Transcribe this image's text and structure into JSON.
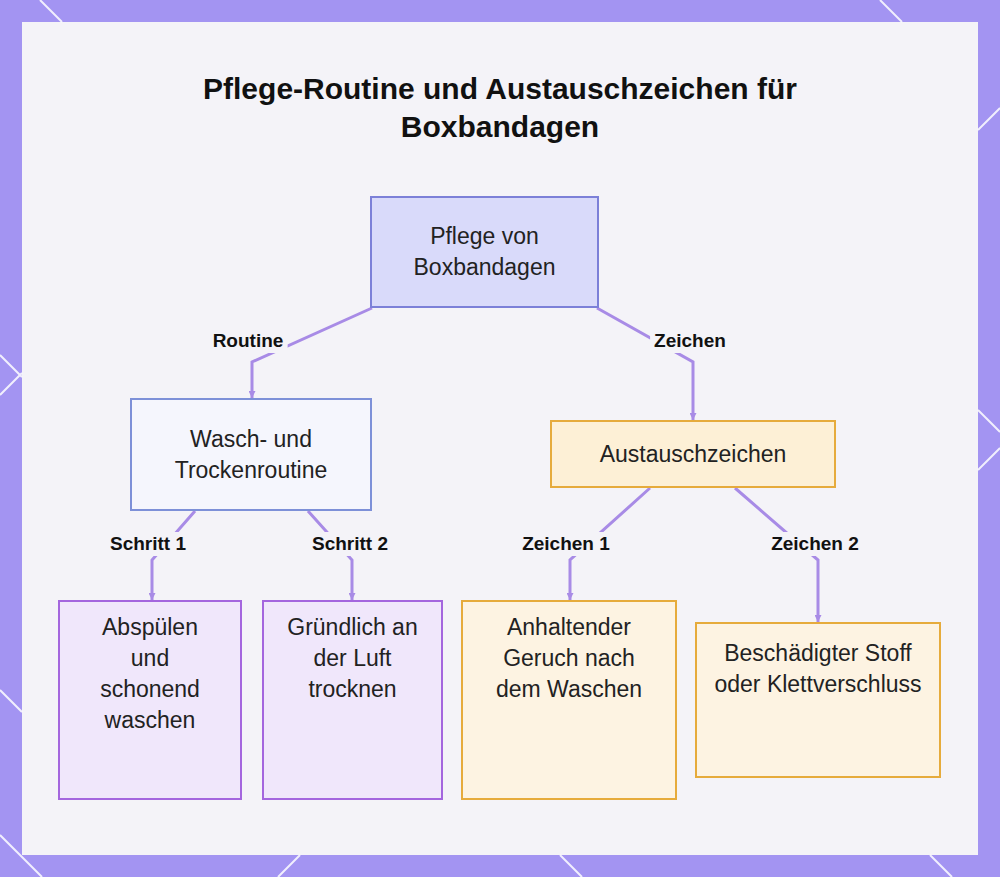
{
  "diagram": {
    "title": "Pflege-Routine und Austauschzeichen für Boxbandagen",
    "nodes": [
      {
        "text": [
          "Pflege von Boxbandagen"
        ]
      },
      {
        "text": [
          "Wasch- und Trockenroutine"
        ]
      },
      {
        "text": [
          "Austauschzeichen"
        ]
      },
      {
        "text": [
          "Abspülen und schonend waschen"
        ]
      },
      {
        "text": [
          "Gründlich an der Luft trocknen"
        ]
      },
      {
        "text": [
          "Anhaltender Geruch nach dem Waschen"
        ]
      },
      {
        "text": [
          "Beschädigter Stoff oder Klettverschluss"
        ]
      }
    ],
    "edges": [
      {
        "from": 0,
        "to": 1,
        "label": "Routine",
        "arrow": "to"
      },
      {
        "from": 0,
        "to": 2,
        "label": "Zeichen",
        "arrow": "to"
      },
      {
        "from": 1,
        "to": 3,
        "label": "Schritt 1",
        "arrow": "to"
      },
      {
        "from": 1,
        "to": 4,
        "label": "Schritt 2",
        "arrow": "to"
      },
      {
        "from": 2,
        "to": 5,
        "label": "Zeichen 1",
        "arrow": "to"
      },
      {
        "from": 2,
        "to": 6,
        "label": "Zeichen 2",
        "arrow": "to"
      }
    ]
  }
}
